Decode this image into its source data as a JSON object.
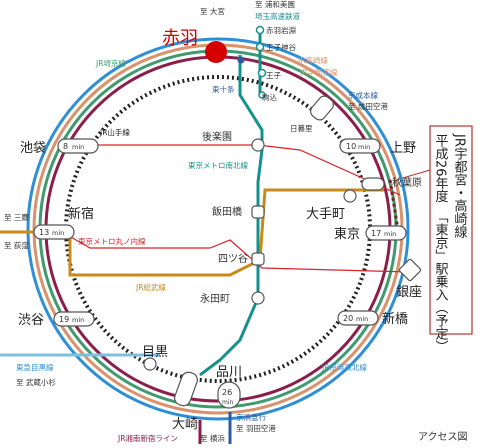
{
  "title": "アクセス図",
  "colors": {
    "saikyo": "#3f9a6e",
    "yamanote": "#8c1e4a",
    "keihin_tohoku": "#2e8fd6",
    "utsunomiya_takasaki": "#d9926b",
    "shonan_shinjuku": "#8c1e4a",
    "namboku": "#13918d",
    "marunouchi": "#d9232a",
    "sobu": "#c98a1a",
    "chuo": "#c98a1a",
    "tokyu": "#7cc0e0",
    "keisei": "#2f5aa0",
    "keikyu": "#2f5aa0",
    "accent_red": "#d40000",
    "callout_border": "#b5342b"
  },
  "stations": {
    "akabane": "赤羽",
    "oji": "王子",
    "higashi_jujo": "東十条",
    "komagome": "駒込",
    "nippori": "日暮里",
    "ueno": "上野",
    "akihabara": "秋葉原",
    "tokyo": "東京",
    "ikebukuro": "池袋",
    "shinjuku": "新宿",
    "shibuya": "渋谷",
    "meguro": "目黒",
    "osaki": "大崎",
    "shinagawa": "品川",
    "shimbashi": "新橋",
    "ginza": "銀座",
    "otemachi": "大手町",
    "korakuen": "後楽園",
    "iidabashi": "飯田橋",
    "yotsuya": "四ツ谷",
    "nagatacho": "永田町",
    "akabane_iwabuchi": "赤羽岩淵",
    "oji_kamiya": "王子神谷"
  },
  "minutes": {
    "ikebukuro": "8",
    "ueno": "10",
    "shinjuku": "13",
    "tokyo": "17",
    "shibuya": "19",
    "shimbashi": "20",
    "shinagawa": "26",
    "unit": "min"
  },
  "lines": {
    "saikyo": "JR埼京線",
    "yamanote": "JR山手線",
    "takasaki": "JR高崎線",
    "utsunomiya": "JR宇都宮線",
    "keisei": "京成本線",
    "namboku": "東京メトロ南北線",
    "marunouchi": "東京メトロ丸ノ内線",
    "sobu": "JR総武線",
    "tokyu": "東急目黒線",
    "keihin_tohoku": "JR京浜東北線",
    "keikyu": "京浜急行",
    "shonan_shinjuku": "JR湘南新宿ライン",
    "saitama_railway": "埼玉高速鉄道"
  },
  "destinations": {
    "omiya": "至 大宮",
    "urawa_misono": "至 浦和美園",
    "narita": "至 成田空港",
    "mitaka": "至 三鷹",
    "ogikubo": "至 荻窪",
    "musashi_kosugi": "至 武蔵小杉",
    "haneda": "至 羽田空港",
    "yokohama": "至 横浜"
  },
  "callout": {
    "line1": "平成26年度",
    "line2": "JR宇都宮・高崎線",
    "line3": "「東京」駅乗入（予定）"
  }
}
